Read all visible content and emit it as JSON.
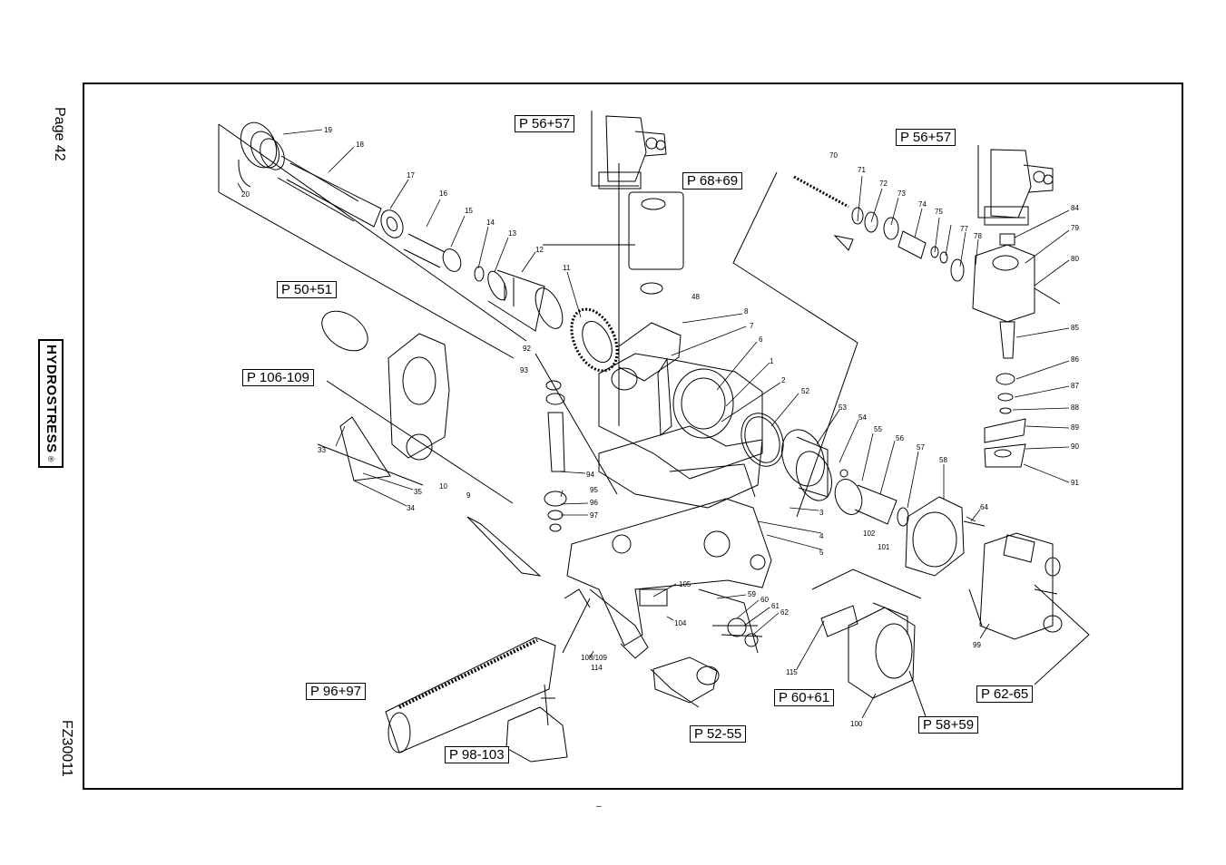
{
  "page": {
    "page_label": "Page 42",
    "brand": "HYDROSTRESS",
    "brand_mark": "®",
    "doc_code": "FZ30011",
    "footer_mark": "–"
  },
  "refs": {
    "p56_57_left": "P 56+57",
    "p56_57_right": "P 56+57",
    "p68_69": "P 68+69",
    "p50_51": "P 50+51",
    "p106_109": "P 106-109",
    "p96_97": "P 96+97",
    "p98_103": "P 98-103",
    "p52_55": "P 52-55",
    "p60_61": "P 60+61",
    "p58_59": "P 58+59",
    "p62_65": "P 62-65"
  },
  "parts": {
    "n19": "19",
    "n18": "18",
    "n20": "20",
    "n17": "17",
    "n16": "16",
    "n15": "15",
    "n14": "14",
    "n13": "13",
    "n12": "12",
    "n11": "11",
    "n48": "48",
    "n8": "8",
    "n7": "7",
    "n6": "6",
    "n1": "1",
    "n2": "2",
    "n52": "52",
    "n53": "53",
    "n54": "54",
    "n55": "55",
    "n56": "56",
    "n57": "57",
    "n58": "58",
    "n64": "64",
    "n92": "92",
    "n93": "93",
    "n94": "94",
    "n95": "95",
    "n96": "96",
    "n97": "97",
    "n10": "10",
    "n9": "9",
    "n33": "33",
    "n35": "35",
    "n34": "34",
    "n3": "3",
    "n4": "4",
    "n5": "5",
    "n102": "102",
    "n101": "101",
    "n70": "70",
    "n71": "71",
    "n72": "72",
    "n73": "73",
    "n74": "74",
    "n75": "75",
    "n77": "77",
    "n78": "78",
    "n84": "84",
    "n79": "79",
    "n80": "80",
    "n85": "85",
    "n86": "86",
    "n87": "87",
    "n88": "88",
    "n89": "89",
    "n90": "90",
    "n91": "91",
    "n105": "105",
    "n59": "59",
    "n60": "60",
    "n61": "61",
    "n62": "62",
    "n104": "104",
    "n108_109": "108/109",
    "n114": "114",
    "n115": "115",
    "n100": "100",
    "n99": "99"
  },
  "icons": [
    "shaft-assembly-icon",
    "gear-icon",
    "gearbox-housing-icon",
    "hydraulic-motor-icon",
    "valve-block-icon",
    "rack-icon",
    "cover-plate-icon",
    "base-frame-icon"
  ]
}
